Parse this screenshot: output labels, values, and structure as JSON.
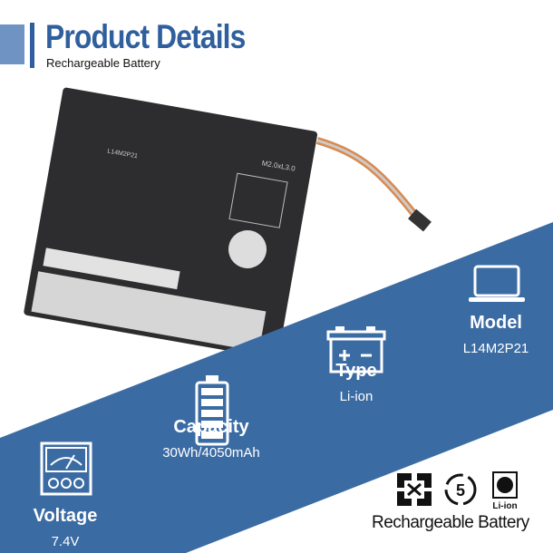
{
  "header": {
    "title": "Product Details",
    "subtitle": "Rechargeable Battery"
  },
  "battery_image": {
    "screw_label": "M2.0xL3.0",
    "model_text": "L14M2P21"
  },
  "features": [
    {
      "icon": "laptop-icon",
      "label": "Model",
      "value": "L14M2P21"
    },
    {
      "icon": "car-battery-icon",
      "label": "Type",
      "value": "Li-ion"
    },
    {
      "icon": "battery-full-icon",
      "label": "Capacity",
      "value": "30Wh/4050mAh"
    },
    {
      "icon": "voltmeter-icon",
      "label": "Voltage",
      "value": "7.4V"
    }
  ],
  "badges": {
    "liion_label": "Li-ion",
    "recycle_number": "5",
    "caption": "Rechargeable Battery"
  },
  "colors": {
    "brand_blue": "#2f5f9d",
    "band_blue": "#3b6ba3",
    "light_blue": "#6f93c3"
  }
}
